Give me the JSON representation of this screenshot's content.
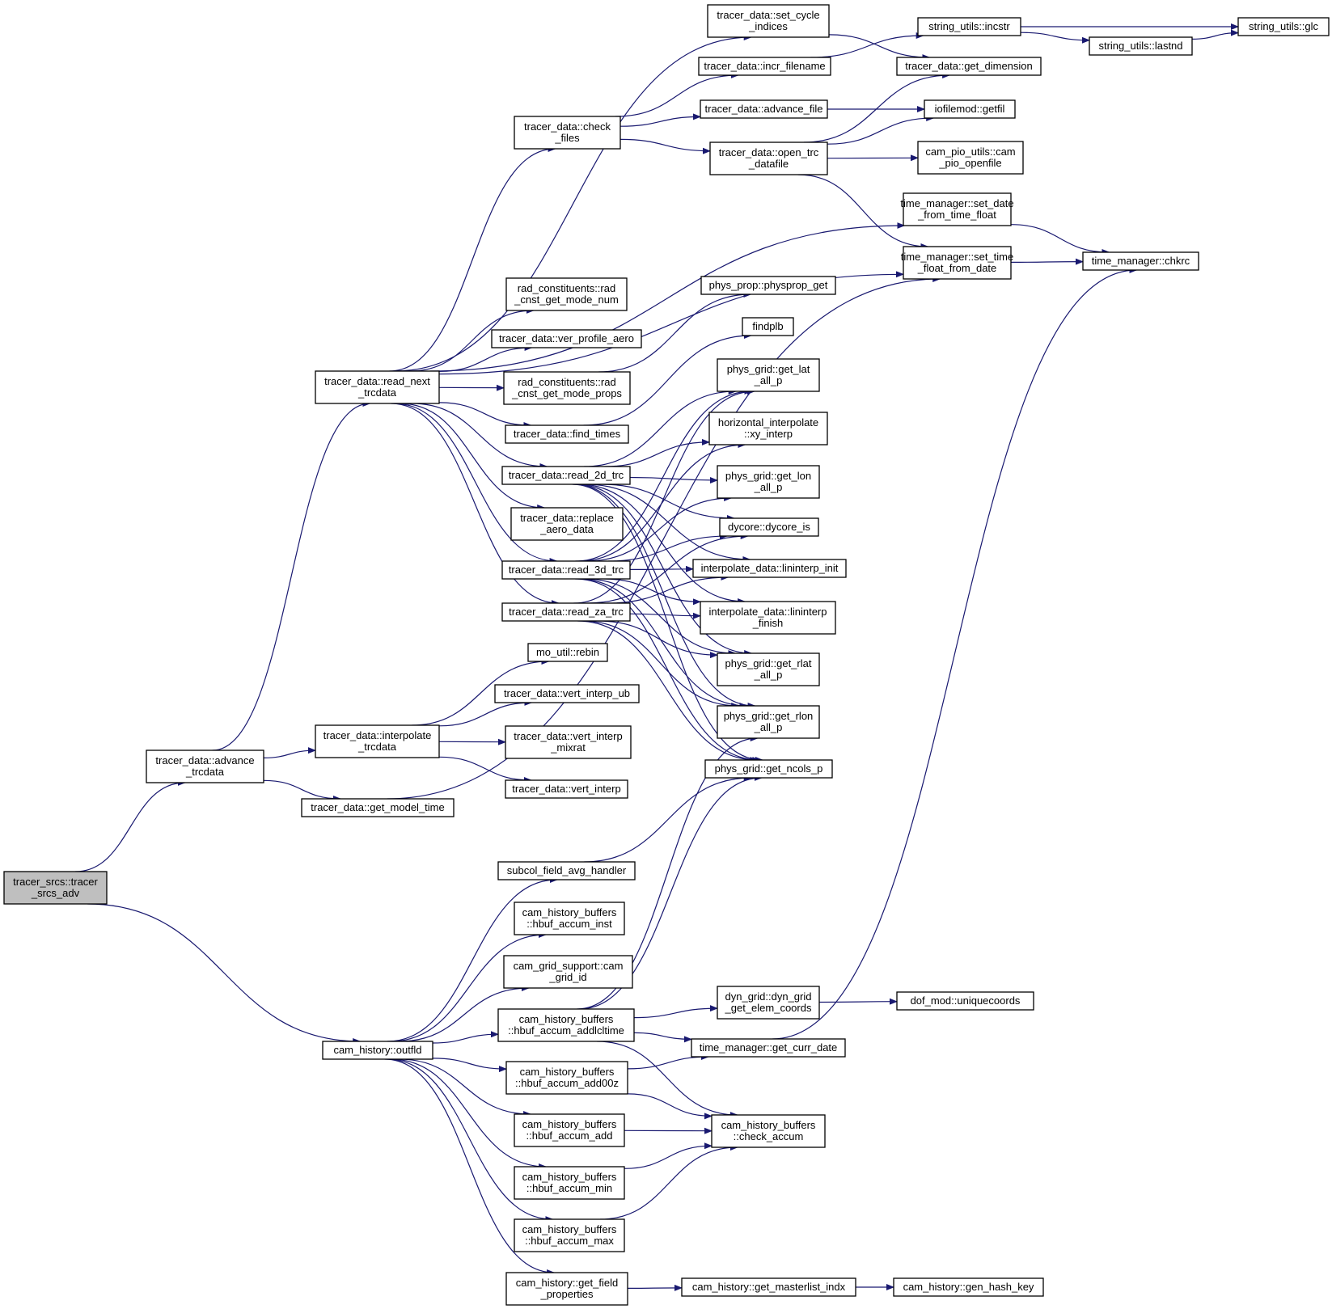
{
  "colors": {
    "edge": "#191970",
    "root_fill": "#bfbfbf",
    "node_fill": "#ffffff",
    "border": "#000000"
  },
  "nodes": [
    {
      "id": "n0",
      "lines": [
        "tracer_srcs::tracer",
        "_srcs_adv"
      ],
      "root": true
    },
    {
      "id": "n1",
      "lines": [
        "tracer_data::advance",
        "_trcdata"
      ]
    },
    {
      "id": "n2",
      "lines": [
        "cam_history::outfld"
      ]
    },
    {
      "id": "n3",
      "lines": [
        "tracer_data::read_next",
        "_trcdata"
      ]
    },
    {
      "id": "n4",
      "lines": [
        "tracer_data::interpolate",
        "_trcdata"
      ]
    },
    {
      "id": "n5",
      "lines": [
        "tracer_data::get_model_time"
      ]
    },
    {
      "id": "n6",
      "lines": [
        "tracer_data::set_cycle",
        "_indices"
      ]
    },
    {
      "id": "n7",
      "lines": [
        "tracer_data::check",
        "_files"
      ]
    },
    {
      "id": "n8",
      "lines": [
        "tracer_data::incr_filename"
      ]
    },
    {
      "id": "n9",
      "lines": [
        "tracer_data::advance_file"
      ]
    },
    {
      "id": "n10",
      "lines": [
        "tracer_data::open_trc",
        "_datafile"
      ]
    },
    {
      "id": "n11",
      "lines": [
        "string_utils::incstr"
      ]
    },
    {
      "id": "n12",
      "lines": [
        "tracer_data::get_dimension"
      ]
    },
    {
      "id": "n13",
      "lines": [
        "string_utils::lastnd"
      ]
    },
    {
      "id": "n14",
      "lines": [
        "string_utils::glc"
      ]
    },
    {
      "id": "n15",
      "lines": [
        "iofilemod::getfil"
      ]
    },
    {
      "id": "n16",
      "lines": [
        "cam_pio_utils::cam",
        "_pio_openfile"
      ]
    },
    {
      "id": "n17",
      "lines": [
        "time_manager::set_date",
        "_from_time_float"
      ]
    },
    {
      "id": "n18",
      "lines": [
        "time_manager::set_time",
        "_float_from_date"
      ]
    },
    {
      "id": "n19",
      "lines": [
        "time_manager::chkrc"
      ]
    },
    {
      "id": "n20",
      "lines": [
        "rad_constituents::rad",
        "_cnst_get_mode_num"
      ]
    },
    {
      "id": "n21",
      "lines": [
        "tracer_data::ver_profile_aero"
      ]
    },
    {
      "id": "n22",
      "lines": [
        "rad_constituents::rad",
        "_cnst_get_mode_props"
      ]
    },
    {
      "id": "n23",
      "lines": [
        "tracer_data::find_times"
      ]
    },
    {
      "id": "n24",
      "lines": [
        "tracer_data::read_2d_trc"
      ]
    },
    {
      "id": "n25",
      "lines": [
        "tracer_data::replace",
        "_aero_data"
      ]
    },
    {
      "id": "n26",
      "lines": [
        "tracer_data::read_3d_trc"
      ]
    },
    {
      "id": "n27",
      "lines": [
        "tracer_data::read_za_trc"
      ]
    },
    {
      "id": "n28",
      "lines": [
        "phys_prop::physprop_get"
      ]
    },
    {
      "id": "n29",
      "lines": [
        "findplb"
      ]
    },
    {
      "id": "n30",
      "lines": [
        "phys_grid::get_lat",
        "_all_p"
      ]
    },
    {
      "id": "n31",
      "lines": [
        "horizontal_interpolate",
        "::xy_interp"
      ]
    },
    {
      "id": "n32",
      "lines": [
        "phys_grid::get_lon",
        "_all_p"
      ]
    },
    {
      "id": "n33",
      "lines": [
        "dycore::dycore_is"
      ]
    },
    {
      "id": "n34",
      "lines": [
        "interpolate_data::lininterp_init"
      ]
    },
    {
      "id": "n35",
      "lines": [
        "interpolate_data::lininterp",
        "_finish"
      ]
    },
    {
      "id": "n36",
      "lines": [
        "phys_grid::get_rlat",
        "_all_p"
      ]
    },
    {
      "id": "n37",
      "lines": [
        "phys_grid::get_rlon",
        "_all_p"
      ]
    },
    {
      "id": "n38",
      "lines": [
        "phys_grid::get_ncols_p"
      ]
    },
    {
      "id": "n39",
      "lines": [
        "mo_util::rebin"
      ]
    },
    {
      "id": "n40",
      "lines": [
        "tracer_data::vert_interp_ub"
      ]
    },
    {
      "id": "n41",
      "lines": [
        "tracer_data::vert_interp",
        "_mixrat"
      ]
    },
    {
      "id": "n42",
      "lines": [
        "tracer_data::vert_interp"
      ]
    },
    {
      "id": "n43",
      "lines": [
        "subcol_field_avg_handler"
      ]
    },
    {
      "id": "n44",
      "lines": [
        "cam_history_buffers",
        "::hbuf_accum_inst"
      ]
    },
    {
      "id": "n45",
      "lines": [
        "cam_grid_support::cam",
        "_grid_id"
      ]
    },
    {
      "id": "n46",
      "lines": [
        "cam_history_buffers",
        "::hbuf_accum_addlcltime"
      ]
    },
    {
      "id": "n47",
      "lines": [
        "cam_history_buffers",
        "::hbuf_accum_add00z"
      ]
    },
    {
      "id": "n48",
      "lines": [
        "cam_history_buffers",
        "::hbuf_accum_add"
      ]
    },
    {
      "id": "n49",
      "lines": [
        "cam_history_buffers",
        "::hbuf_accum_min"
      ]
    },
    {
      "id": "n50",
      "lines": [
        "cam_history_buffers",
        "::hbuf_accum_max"
      ]
    },
    {
      "id": "n51",
      "lines": [
        "cam_history::get_field",
        "_properties"
      ]
    },
    {
      "id": "n52",
      "lines": [
        "dyn_grid::dyn_grid",
        "_get_elem_coords"
      ]
    },
    {
      "id": "n53",
      "lines": [
        "time_manager::get_curr_date"
      ]
    },
    {
      "id": "n54",
      "lines": [
        "cam_history_buffers",
        "::check_accum"
      ]
    },
    {
      "id": "n55",
      "lines": [
        "dof_mod::uniquecoords"
      ]
    },
    {
      "id": "n56",
      "lines": [
        "cam_history::get_masterlist_indx"
      ]
    },
    {
      "id": "n57",
      "lines": [
        "cam_history::gen_hash_key"
      ]
    }
  ],
  "edges": [
    [
      "n0",
      "n1"
    ],
    [
      "n0",
      "n2"
    ],
    [
      "n1",
      "n3"
    ],
    [
      "n1",
      "n4"
    ],
    [
      "n1",
      "n5"
    ],
    [
      "n3",
      "n6"
    ],
    [
      "n3",
      "n7"
    ],
    [
      "n3",
      "n17"
    ],
    [
      "n3",
      "n18"
    ],
    [
      "n3",
      "n20"
    ],
    [
      "n3",
      "n21"
    ],
    [
      "n3",
      "n22"
    ],
    [
      "n3",
      "n23"
    ],
    [
      "n3",
      "n24"
    ],
    [
      "n3",
      "n25"
    ],
    [
      "n3",
      "n26"
    ],
    [
      "n3",
      "n27"
    ],
    [
      "n6",
      "n12"
    ],
    [
      "n7",
      "n8"
    ],
    [
      "n7",
      "n9"
    ],
    [
      "n7",
      "n10"
    ],
    [
      "n8",
      "n11"
    ],
    [
      "n9",
      "n15"
    ],
    [
      "n10",
      "n12"
    ],
    [
      "n10",
      "n15"
    ],
    [
      "n10",
      "n16"
    ],
    [
      "n10",
      "n18"
    ],
    [
      "n11",
      "n13"
    ],
    [
      "n11",
      "n14"
    ],
    [
      "n13",
      "n14"
    ],
    [
      "n17",
      "n19"
    ],
    [
      "n18",
      "n19"
    ],
    [
      "n22",
      "n28"
    ],
    [
      "n23",
      "n29"
    ],
    [
      "n24",
      "n30"
    ],
    [
      "n24",
      "n31"
    ],
    [
      "n24",
      "n32"
    ],
    [
      "n24",
      "n33"
    ],
    [
      "n24",
      "n34"
    ],
    [
      "n24",
      "n35"
    ],
    [
      "n24",
      "n36"
    ],
    [
      "n24",
      "n37"
    ],
    [
      "n24",
      "n38"
    ],
    [
      "n26",
      "n30"
    ],
    [
      "n26",
      "n31"
    ],
    [
      "n26",
      "n32"
    ],
    [
      "n26",
      "n33"
    ],
    [
      "n26",
      "n34"
    ],
    [
      "n26",
      "n35"
    ],
    [
      "n26",
      "n36"
    ],
    [
      "n26",
      "n37"
    ],
    [
      "n26",
      "n38"
    ],
    [
      "n27",
      "n30"
    ],
    [
      "n27",
      "n33"
    ],
    [
      "n27",
      "n34"
    ],
    [
      "n27",
      "n35"
    ],
    [
      "n27",
      "n36"
    ],
    [
      "n27",
      "n37"
    ],
    [
      "n27",
      "n38"
    ],
    [
      "n4",
      "n39"
    ],
    [
      "n4",
      "n40"
    ],
    [
      "n4",
      "n41"
    ],
    [
      "n4",
      "n42"
    ],
    [
      "n5",
      "n18"
    ],
    [
      "n2",
      "n43"
    ],
    [
      "n2",
      "n44"
    ],
    [
      "n2",
      "n45"
    ],
    [
      "n2",
      "n46"
    ],
    [
      "n2",
      "n47"
    ],
    [
      "n2",
      "n48"
    ],
    [
      "n2",
      "n49"
    ],
    [
      "n2",
      "n50"
    ],
    [
      "n2",
      "n51"
    ],
    [
      "n43",
      "n38"
    ],
    [
      "n46",
      "n37"
    ],
    [
      "n46",
      "n38"
    ],
    [
      "n46",
      "n52"
    ],
    [
      "n46",
      "n53"
    ],
    [
      "n46",
      "n54"
    ],
    [
      "n47",
      "n53"
    ],
    [
      "n47",
      "n54"
    ],
    [
      "n48",
      "n54"
    ],
    [
      "n49",
      "n54"
    ],
    [
      "n50",
      "n54"
    ],
    [
      "n52",
      "n55"
    ],
    [
      "n53",
      "n19"
    ],
    [
      "n51",
      "n56"
    ],
    [
      "n56",
      "n57"
    ]
  ]
}
